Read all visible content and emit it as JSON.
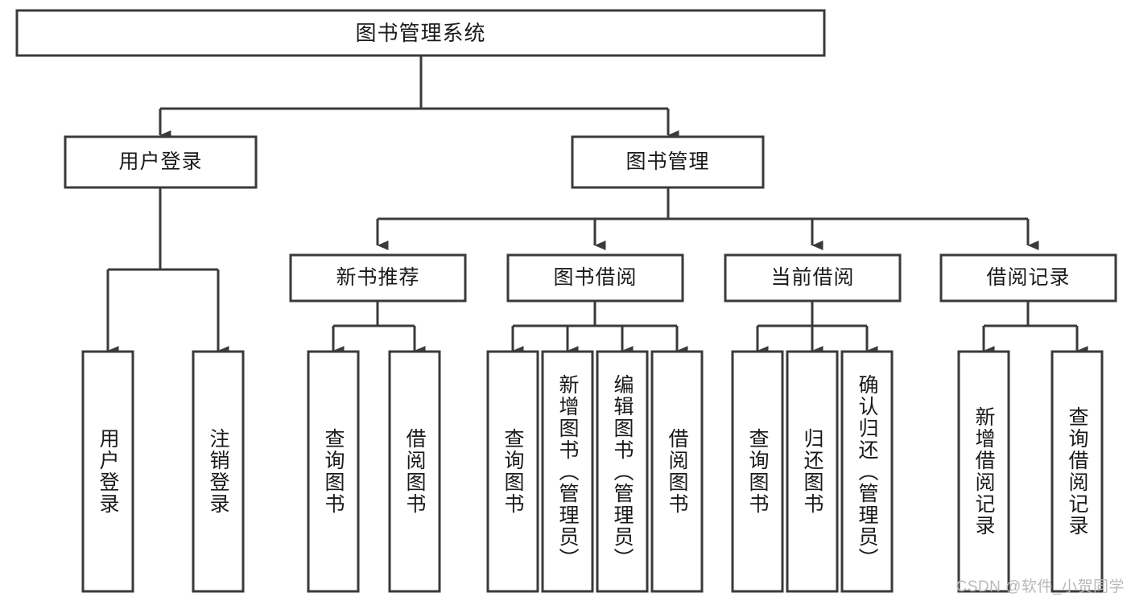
{
  "diagram": {
    "type": "hierarchy-tree",
    "title_node": {
      "label": "图书管理系统"
    },
    "level2": [
      {
        "id": "user-login",
        "label": "用户登录"
      },
      {
        "id": "book-management",
        "label": "图书管理"
      }
    ],
    "level3": [
      {
        "id": "new-book-recommend",
        "label": "新书推荐",
        "parent": "book-management"
      },
      {
        "id": "book-borrow",
        "label": "图书借阅",
        "parent": "book-management"
      },
      {
        "id": "current-borrow",
        "label": "当前借阅",
        "parent": "book-management"
      },
      {
        "id": "borrow-record",
        "label": "借阅记录",
        "parent": "book-management"
      }
    ],
    "leaves": [
      {
        "id": "leaf-user-login",
        "label": "用户登录",
        "parent": "user-login"
      },
      {
        "id": "leaf-logout",
        "label": "注销登录",
        "parent": "user-login"
      },
      {
        "id": "leaf-query-book-1",
        "label": "查询图书",
        "parent": "new-book-recommend"
      },
      {
        "id": "leaf-borrow-book-1",
        "label": "借阅图书",
        "parent": "new-book-recommend"
      },
      {
        "id": "leaf-query-book-2",
        "label": "查询图书",
        "parent": "book-borrow"
      },
      {
        "id": "leaf-add-book",
        "label": "新增图书（管理员）",
        "parent": "book-borrow"
      },
      {
        "id": "leaf-edit-book",
        "label": "编辑图书（管理员）",
        "parent": "book-borrow"
      },
      {
        "id": "leaf-borrow-book-2",
        "label": "借阅图书",
        "parent": "book-borrow"
      },
      {
        "id": "leaf-query-book-3",
        "label": "查询图书",
        "parent": "current-borrow"
      },
      {
        "id": "leaf-return-book",
        "label": "归还图书",
        "parent": "current-borrow"
      },
      {
        "id": "leaf-confirm-return",
        "label": "确认归还（管理员）",
        "parent": "current-borrow"
      },
      {
        "id": "leaf-add-record",
        "label": "新增借阅记录",
        "parent": "borrow-record"
      },
      {
        "id": "leaf-query-record",
        "label": "查询借阅记录",
        "parent": "borrow-record"
      }
    ],
    "colors": {
      "stroke": "#3a3a3a",
      "fill": "#ffffff",
      "text": "#1a1a1a",
      "watermark": "#b9b9b9"
    }
  },
  "watermark": {
    "text": "CSDN @软件_小贺同学"
  }
}
